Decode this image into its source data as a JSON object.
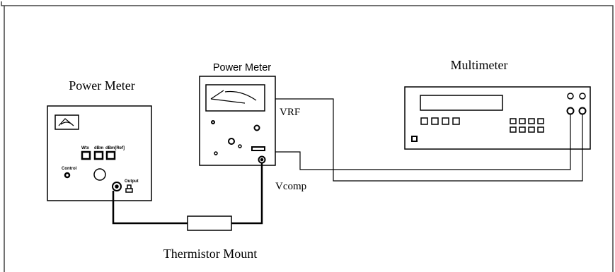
{
  "labels": {
    "power_meter_left": "Power Meter",
    "power_meter_center": "Power Meter",
    "multimeter": "Multimeter",
    "vrf": "VRF",
    "vcomp": "Vcomp",
    "thermistor_mount": "Thermistor Mount"
  },
  "left_meter": {
    "button_labels": [
      "Wtx",
      "dBm",
      "dBm[Ref]"
    ],
    "control_label": "Control",
    "output_label": "Output"
  },
  "colors": {
    "line": "#000000",
    "background": "#ffffff",
    "frame": "#444444"
  }
}
